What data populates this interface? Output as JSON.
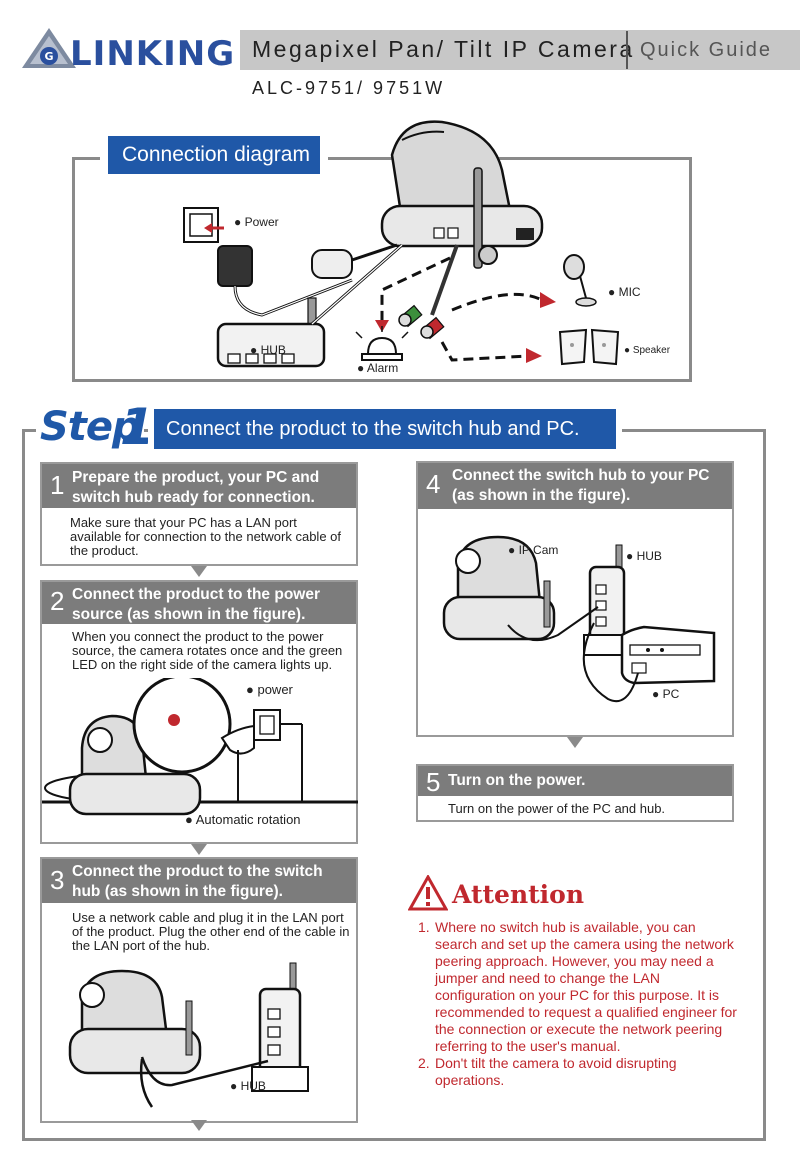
{
  "header": {
    "brand": "LINKING",
    "product_title": "Megapixel Pan/ Tilt IP Camera",
    "guide_label": "Quick Guide",
    "model": "ALC-9751/ 9751W"
  },
  "connection": {
    "title": "Connection diagram",
    "labels": {
      "power": "Power",
      "hub": "HUB",
      "alarm": "Alarm",
      "mic": "MIC",
      "speaker": "Speaker"
    }
  },
  "step": {
    "word": "Step",
    "number": "1",
    "title": "Connect the product to the switch hub and PC."
  },
  "panels": [
    {
      "num": "1",
      "title": "Prepare the product, your PC and switch hub ready for connection.",
      "body": "Make sure that your PC has a LAN port available for connection to the network cable of the product."
    },
    {
      "num": "2",
      "title": "Connect the product to the power source (as shown in the figure).",
      "body": "When you connect the product to the power source, the camera rotates once and the green LED on the right side of the camera lights up.",
      "labels": {
        "power": "power",
        "rotation": "Automatic rotation"
      }
    },
    {
      "num": "3",
      "title": "Connect the product to the switch hub (as shown in the figure).",
      "body": "Use a network cable and plug it in the LAN port of the product. Plug the other end of the cable in the LAN port of the hub.",
      "labels": {
        "hub": "HUB"
      }
    },
    {
      "num": "4",
      "title": "Connect the switch hub to your PC (as shown in the figure).",
      "labels": {
        "ipcam": "IP Cam",
        "hub": "HUB",
        "pc": "PC"
      }
    },
    {
      "num": "5",
      "title": "Turn on the power.",
      "body": "Turn on the power of the PC and hub."
    }
  ],
  "attention": {
    "title": "Attention",
    "items": [
      {
        "num": "1.",
        "text": "Where no switch hub is available, you can search and set up the camera using the network peering approach. However, you may need a jumper and need to change the LAN configuration on your PC for this purpose. It is recommended to request a qualified engineer for the connection or execute the network peering referring to the user's manual."
      },
      {
        "num": "2.",
        "text": "Don't tilt the camera to avoid disrupting operations."
      }
    ]
  },
  "colors": {
    "brand_blue": "#1f58a8",
    "panel_gray": "#7c7c7c",
    "attention_red": "#c0282e"
  }
}
